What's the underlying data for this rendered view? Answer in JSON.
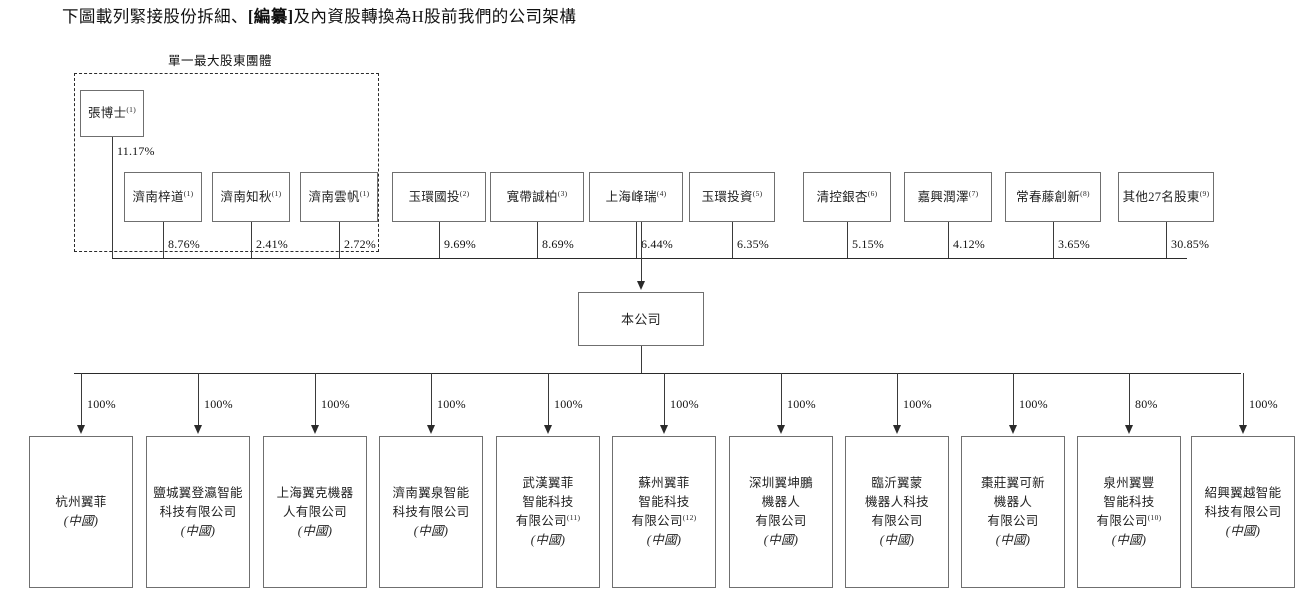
{
  "document": {
    "intro_text_part1": "下圖載列緊接股份拆細、",
    "intro_text_bold": "[編纂]",
    "intro_text_part2": "及內資股轉換為H股前我們的公司架構"
  },
  "group": {
    "caption": "單一最大股東團體"
  },
  "controller": {
    "label": "張博士",
    "note": "(1)",
    "percent": "11.17%"
  },
  "top_shareholders": [
    {
      "label": "濟南梓道",
      "note": "(1)",
      "percent": "8.76%",
      "in_group": true
    },
    {
      "label": "濟南知秋",
      "note": "(1)",
      "percent": "2.41%",
      "in_group": true
    },
    {
      "label": "濟南雲帆",
      "note": "(1)",
      "percent": "2.72%",
      "in_group": true
    },
    {
      "label": "玉環國投",
      "note": "(2)",
      "percent": "9.69%",
      "in_group": false
    },
    {
      "label": "寬帶誠柏",
      "note": "(3)",
      "percent": "8.69%",
      "in_group": false
    },
    {
      "label": "上海峰瑞",
      "note": "(4)",
      "percent": "6.44%",
      "in_group": false
    },
    {
      "label": "玉環投資",
      "note": "(5)",
      "percent": "6.35%",
      "in_group": false
    },
    {
      "label": "清控銀杏",
      "note": "(6)",
      "percent": "5.15%",
      "in_group": false
    },
    {
      "label": "嘉興潤澤",
      "note": "(7)",
      "percent": "4.12%",
      "in_group": false
    },
    {
      "label": "常春藤創新",
      "note": "(8)",
      "percent": "3.65%",
      "in_group": false
    },
    {
      "label": "其他27名股東",
      "note": "(9)",
      "percent": "30.85%",
      "in_group": false
    }
  ],
  "company": {
    "label": "本公司"
  },
  "subsidiaries": [
    {
      "lines": [
        "杭州翼菲"
      ],
      "note": "",
      "country": "(中國)",
      "percent": "100%"
    },
    {
      "lines": [
        "鹽城翼登瀛智能",
        "科技有限公司"
      ],
      "note": "",
      "country": "(中國)",
      "percent": "100%"
    },
    {
      "lines": [
        "上海翼克機器",
        "人有限公司"
      ],
      "note": "",
      "country": "(中國)",
      "percent": "100%"
    },
    {
      "lines": [
        "濟南翼泉智能",
        "科技有限公司"
      ],
      "note": "",
      "country": "(中國)",
      "percent": "100%"
    },
    {
      "lines": [
        "武漢翼菲",
        "智能科技",
        "有限公司"
      ],
      "note": "(11)",
      "country": "(中國)",
      "percent": "100%"
    },
    {
      "lines": [
        "蘇州翼菲",
        "智能科技",
        "有限公司"
      ],
      "note": "(12)",
      "country": "(中國)",
      "percent": "100%"
    },
    {
      "lines": [
        "深圳翼坤鵬",
        "機器人",
        "有限公司"
      ],
      "note": "",
      "country": "(中國)",
      "percent": "100%"
    },
    {
      "lines": [
        "臨沂翼蒙",
        "機器人科技",
        "有限公司"
      ],
      "note": "",
      "country": "(中國)",
      "percent": "100%"
    },
    {
      "lines": [
        "棗莊翼可新",
        "機器人",
        "有限公司"
      ],
      "note": "",
      "country": "(中國)",
      "percent": "100%"
    },
    {
      "lines": [
        "泉州翼豐",
        "智能科技",
        "有限公司"
      ],
      "note": "(10)",
      "country": "(中國)",
      "percent": "80%"
    },
    {
      "lines": [
        "紹興翼越智能",
        "科技有限公司"
      ],
      "note": "",
      "country": "(中國)",
      "percent": "100%"
    }
  ],
  "colors": {
    "box_border": "#6f6f6f",
    "line": "#3a3a3a",
    "dashed_border": "#2b2b2b",
    "text": "#1a1a1a"
  }
}
